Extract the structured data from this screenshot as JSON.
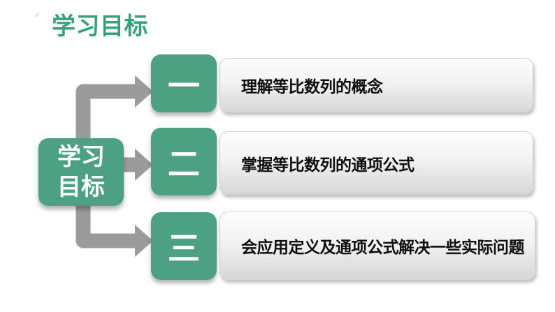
{
  "title": "学习目标",
  "center_box": {
    "line1": "学习",
    "line2": "目标"
  },
  "rows": [
    {
      "num": "一",
      "label": "理解等比数列的概念"
    },
    {
      "num": "二",
      "label": "掌握等比数列的通项公式"
    },
    {
      "num": "三",
      "label": "会应用定义及通项公式解决一些实际问题"
    }
  ],
  "colors": {
    "teal": "#4DA183",
    "title_green": "#37A07C",
    "connector_gray": "#9B9B9B",
    "bar_gradient_top": "#FDFDFD",
    "bar_gradient_bottom": "#D7D7D7",
    "text_black": "#0F0F0F",
    "background": "#FFFFFF"
  }
}
